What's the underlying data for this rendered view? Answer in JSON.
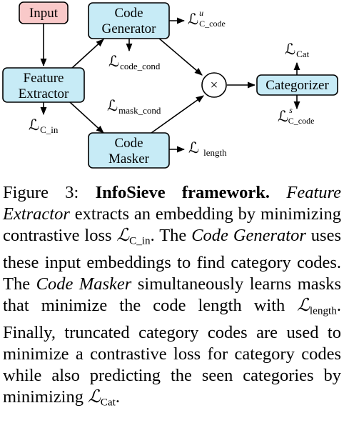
{
  "nodes": {
    "input": "Input",
    "code_generator": [
      "Code",
      "Generator"
    ],
    "feature_extractor": [
      "Feature",
      "Extractor"
    ],
    "code_masker": [
      "Code",
      "Masker"
    ],
    "categorizer": "Categorizer",
    "multiply": "×"
  },
  "losses": {
    "generator_out": {
      "symbol": "ℒ",
      "sub": "C_code",
      "sup": "u"
    },
    "code_cond": {
      "symbol": "ℒ",
      "sub": "code_cond"
    },
    "mask_cond": {
      "symbol": "ℒ",
      "sub": "mask_cond"
    },
    "c_in": {
      "symbol": "ℒ",
      "sub": "C_in"
    },
    "length": {
      "symbol": "ℒ",
      "sub": "length"
    },
    "cat": {
      "symbol": "ℒ",
      "sub": "Cat"
    },
    "categorizer_out": {
      "symbol": "ℒ",
      "sub": "C_code",
      "sup": "s"
    }
  },
  "caption": {
    "figure_label": "Figure 3:",
    "title": "InfoSieve framework.",
    "feature_extractor": "Feature Extractor",
    "t1": " extracts an embedding by minimizing contrastive loss ",
    "loss_symbol": "ℒ",
    "c_in_sub": "C_in",
    "t2": ". The ",
    "code_generator": "Code Generator",
    "t3": " uses these input embeddings to find category codes. The ",
    "code_masker": "Code Masker",
    "t4": " simultaneously learns masks that minimize the code length with ",
    "length_sub": "length",
    "t5": ". Finally, truncated category codes are used to minimize a contrastive loss for category codes while also predicting the seen categories by minimizing ",
    "cat_sub": "Cat",
    "t6": "."
  },
  "colors": {
    "input_fill": "#f9c9c9",
    "box_fill": "#c7ebf6",
    "stroke": "#000000"
  }
}
